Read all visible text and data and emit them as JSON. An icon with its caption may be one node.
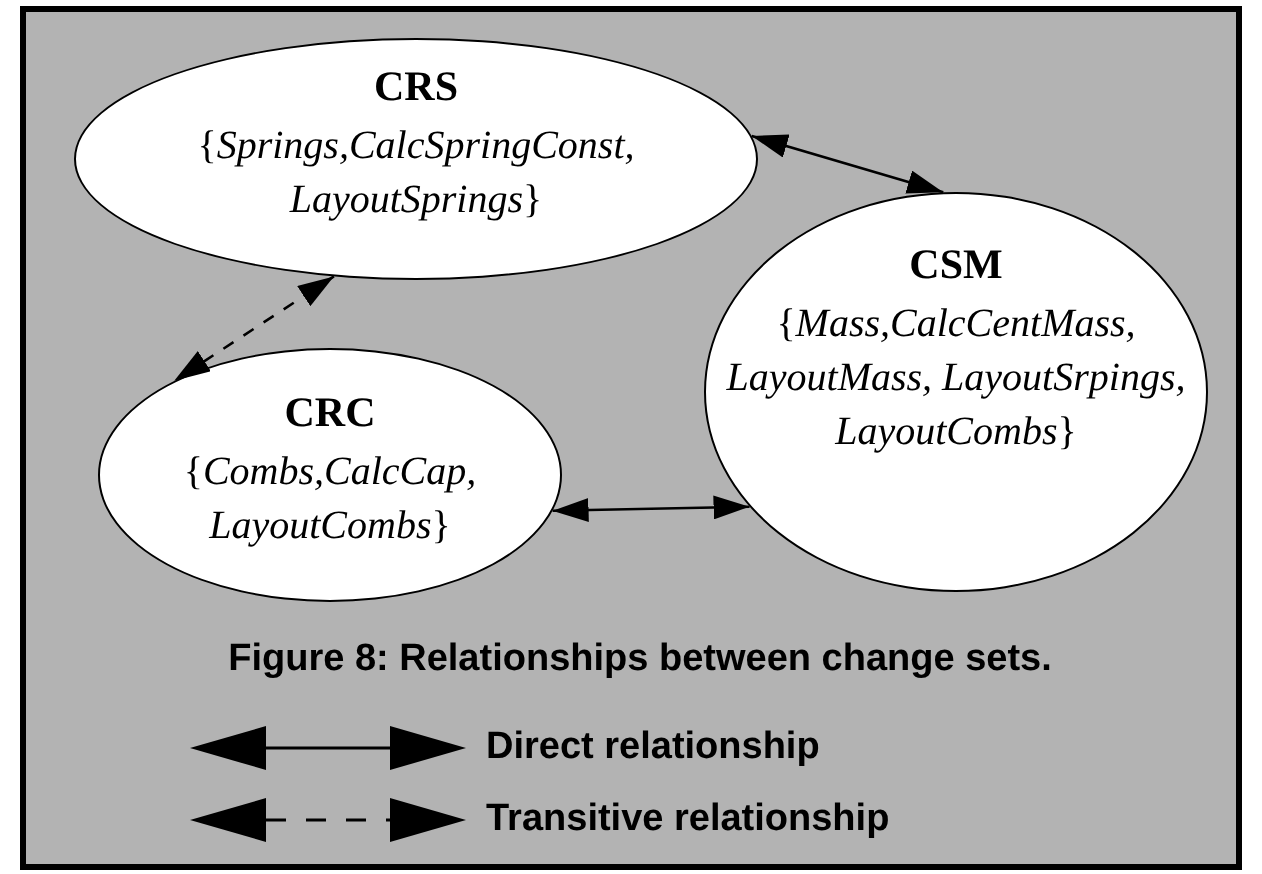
{
  "diagram": {
    "caption": "Figure 8: Relationships between change sets.",
    "nodes": [
      {
        "text": [
          "CRS",
          "{*Springs,CalcSpringConst, LayoutSprings*}"
        ]
      },
      {
        "text": [
          "CSM",
          "{*Mass,CalcCentMass, LayoutMass, LayoutSrpings, LayoutCombs*}"
        ]
      },
      {
        "text": [
          "CRC",
          "{*Combs,CalcCap, LayoutCombs*}"
        ]
      }
    ],
    "edges": [
      {
        "from": 0,
        "to": 1,
        "arrow": "both"
      },
      {
        "from": 0,
        "to": 2,
        "arrow": "both",
        "style": "dashed"
      },
      {
        "from": 2,
        "to": 1,
        "arrow": "both"
      }
    ],
    "legend": [
      {
        "text": "Direct relationship"
      },
      {
        "text": "Transitive relationship"
      }
    ]
  }
}
